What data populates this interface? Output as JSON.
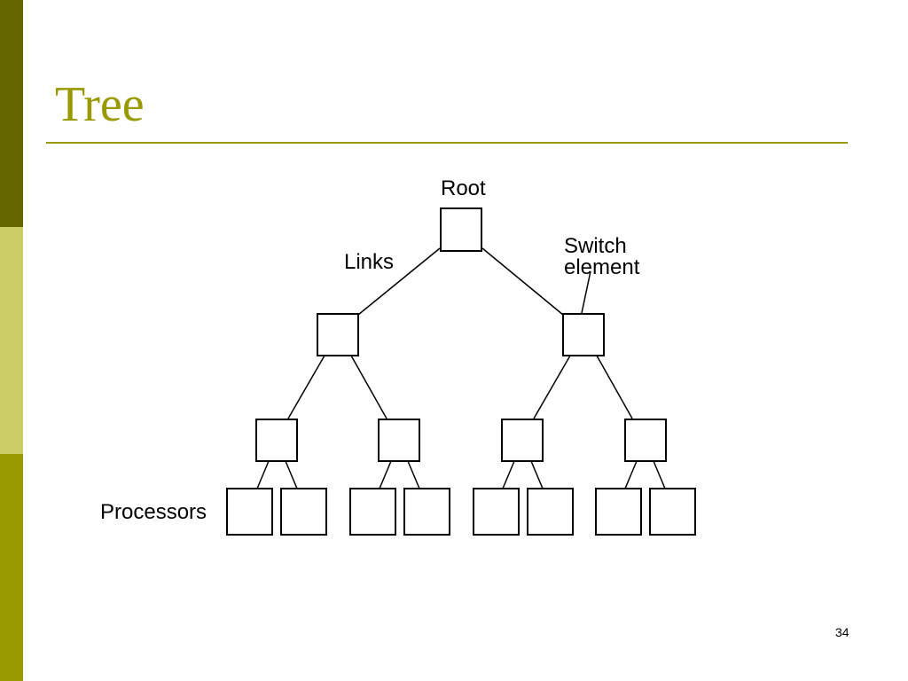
{
  "slide": {
    "title": "Tree",
    "page_number": "34"
  },
  "diagram": {
    "labels": {
      "root": "Root",
      "links": "Links",
      "switch_line1": "Switch",
      "switch_line2": "element",
      "processors": "Processors"
    }
  },
  "colors": {
    "accent": "#999900",
    "sidebar_dark": "#666600",
    "sidebar_light": "#cccc66"
  }
}
